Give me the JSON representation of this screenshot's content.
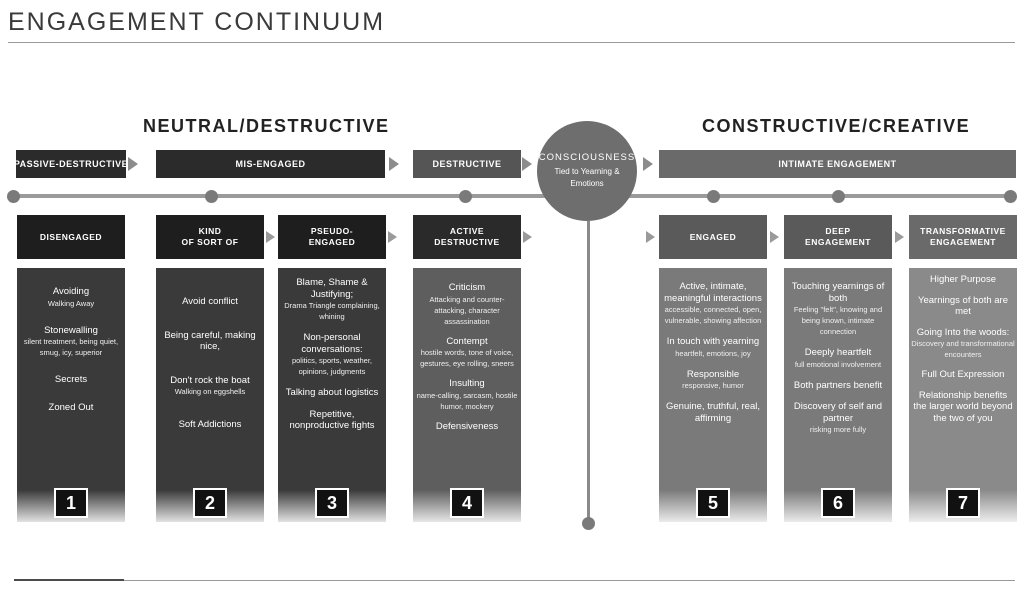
{
  "title": "ENGAGEMENT CONTINUUM",
  "sections": {
    "left": "NEUTRAL/DESTRUCTIVE",
    "right": "CONSTRUCTIVE/CREATIVE"
  },
  "bands": [
    {
      "label": "PASSIVE-DESTRUCTIVE",
      "color": "#2b2b2b"
    },
    {
      "label": "MIS-ENGAGED",
      "color": "#2b2b2b"
    },
    {
      "label": "DESTRUCTIVE",
      "color": "#555555"
    },
    {
      "label": "INTIMATE ENGAGEMENT",
      "color": "#6a6a6a"
    }
  ],
  "consciousness": {
    "title": "CONSCIOUSNESS",
    "subtitle": "Tied to Yearning & Emotions"
  },
  "columns": [
    {
      "label": "DISENGAGED",
      "number": "1",
      "color": "#3a3a3a",
      "label_color": "#1e1e1e",
      "items": [
        {
          "main": "Avoiding",
          "sub": "Walking Away"
        },
        {
          "main": "Stonewalling",
          "sub": "silent treatment, being quiet, smug, icy, superior"
        },
        {
          "main": "Secrets",
          "sub": ""
        },
        {
          "main": "Zoned Out",
          "sub": ""
        }
      ]
    },
    {
      "label": "KIND\nOF SORT OF",
      "number": "2",
      "color": "#3a3a3a",
      "label_color": "#1e1e1e",
      "items": [
        {
          "main": "Avoid conflict",
          "sub": ""
        },
        {
          "main": "Being careful, making nice,",
          "sub": ""
        },
        {
          "main": "Don't rock the boat",
          "sub": "Walking on eggshells"
        },
        {
          "main": "Soft Addictions",
          "sub": ""
        }
      ]
    },
    {
      "label": "PSEUDO-\nENGAGED",
      "number": "3",
      "color": "#3a3a3a",
      "label_color": "#1e1e1e",
      "items": [
        {
          "main": "Blame, Shame & Justifying;",
          "sub": "Drama Triangle complaining, whining"
        },
        {
          "main": "Non-personal conversations:",
          "sub": "politics, sports, weather, opinions, judgments"
        },
        {
          "main": "Talking about logistics",
          "sub": ""
        },
        {
          "main": "Repetitive, nonproductive fights",
          "sub": ""
        }
      ]
    },
    {
      "label": "ACTIVE\nDESTRUCTIVE",
      "number": "4",
      "color": "#5e5e5e",
      "label_color": "#2a2a2a",
      "items": [
        {
          "main": "Criticism",
          "sub": "Attacking and counter-attacking, character assassination"
        },
        {
          "main": "Contempt",
          "sub": "hostile words, tone of voice, gestures, eye rolling, sneers"
        },
        {
          "main": "Insulting",
          "sub": "name-calling, sarcasm, hostile humor, mockery"
        },
        {
          "main": "Defensiveness",
          "sub": ""
        }
      ]
    },
    {
      "label": "ENGAGED",
      "number": "5",
      "color": "#7a7a7a",
      "label_color": "#5a5a5a",
      "items": [
        {
          "main": "Active, intimate, meaningful interactions",
          "sub": "accessible, connected, open, vulnerable, showing affection"
        },
        {
          "main": "In touch with yearning",
          "sub": "heartfelt, emotions, joy"
        },
        {
          "main": "Responsible",
          "sub": "responsive, humor"
        },
        {
          "main": "Genuine, truthful, real, affirming",
          "sub": ""
        }
      ]
    },
    {
      "label": "DEEP\nENGAGEMENT",
      "number": "6",
      "color": "#7a7a7a",
      "label_color": "#5a5a5a",
      "items": [
        {
          "main": "Touching yearnings of both",
          "sub": "Feeling \"felt\", knowing and being known, intimate connection"
        },
        {
          "main": "Deeply heartfelt",
          "sub": "full emotional involvement"
        },
        {
          "main": "Both partners benefit",
          "sub": ""
        },
        {
          "main": "Discovery of self and partner",
          "sub": "risking more fully"
        }
      ]
    },
    {
      "label": "TRANSFORMATIVE\nENGAGEMENT",
      "number": "7",
      "color": "#8a8a8a",
      "label_color": "#6a6a6a",
      "items": [
        {
          "main": "Higher Purpose",
          "sub": ""
        },
        {
          "main": "Yearnings of both are met",
          "sub": ""
        },
        {
          "main": "Going Into the woods:",
          "sub": "Discovery and transformational encounters"
        },
        {
          "main": "Full Out Expression",
          "sub": ""
        },
        {
          "main": "Relationship benefits the larger world beyond the two of you",
          "sub": ""
        }
      ]
    }
  ]
}
